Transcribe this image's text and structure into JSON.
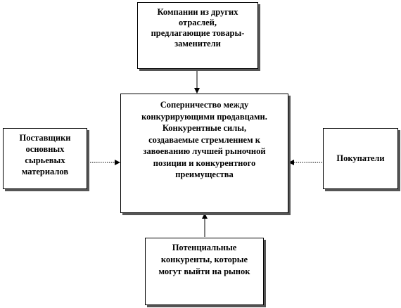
{
  "diagram": {
    "top_box": "Компании из других\nотраслей,\nпредлагающие товары-\nзаменители",
    "center_box": "Соперничество между\nконкурирующими продавцами.\nКонкурентные силы,\nсоздаваемые стремлением к\nзавоеванию лучшей рыночной\nпозиции и конкурентного\nпреимущества",
    "left_box": "Поставщики\nосновных\nсырьевых\nматериалов",
    "right_box": "Покупатели",
    "bottom_box": "Потенциальные\nконкуренты, которые\nмогут выйти на рынок"
  },
  "colors": {
    "line": "#000000",
    "shadow": "#555555",
    "background": "#ffffff"
  }
}
